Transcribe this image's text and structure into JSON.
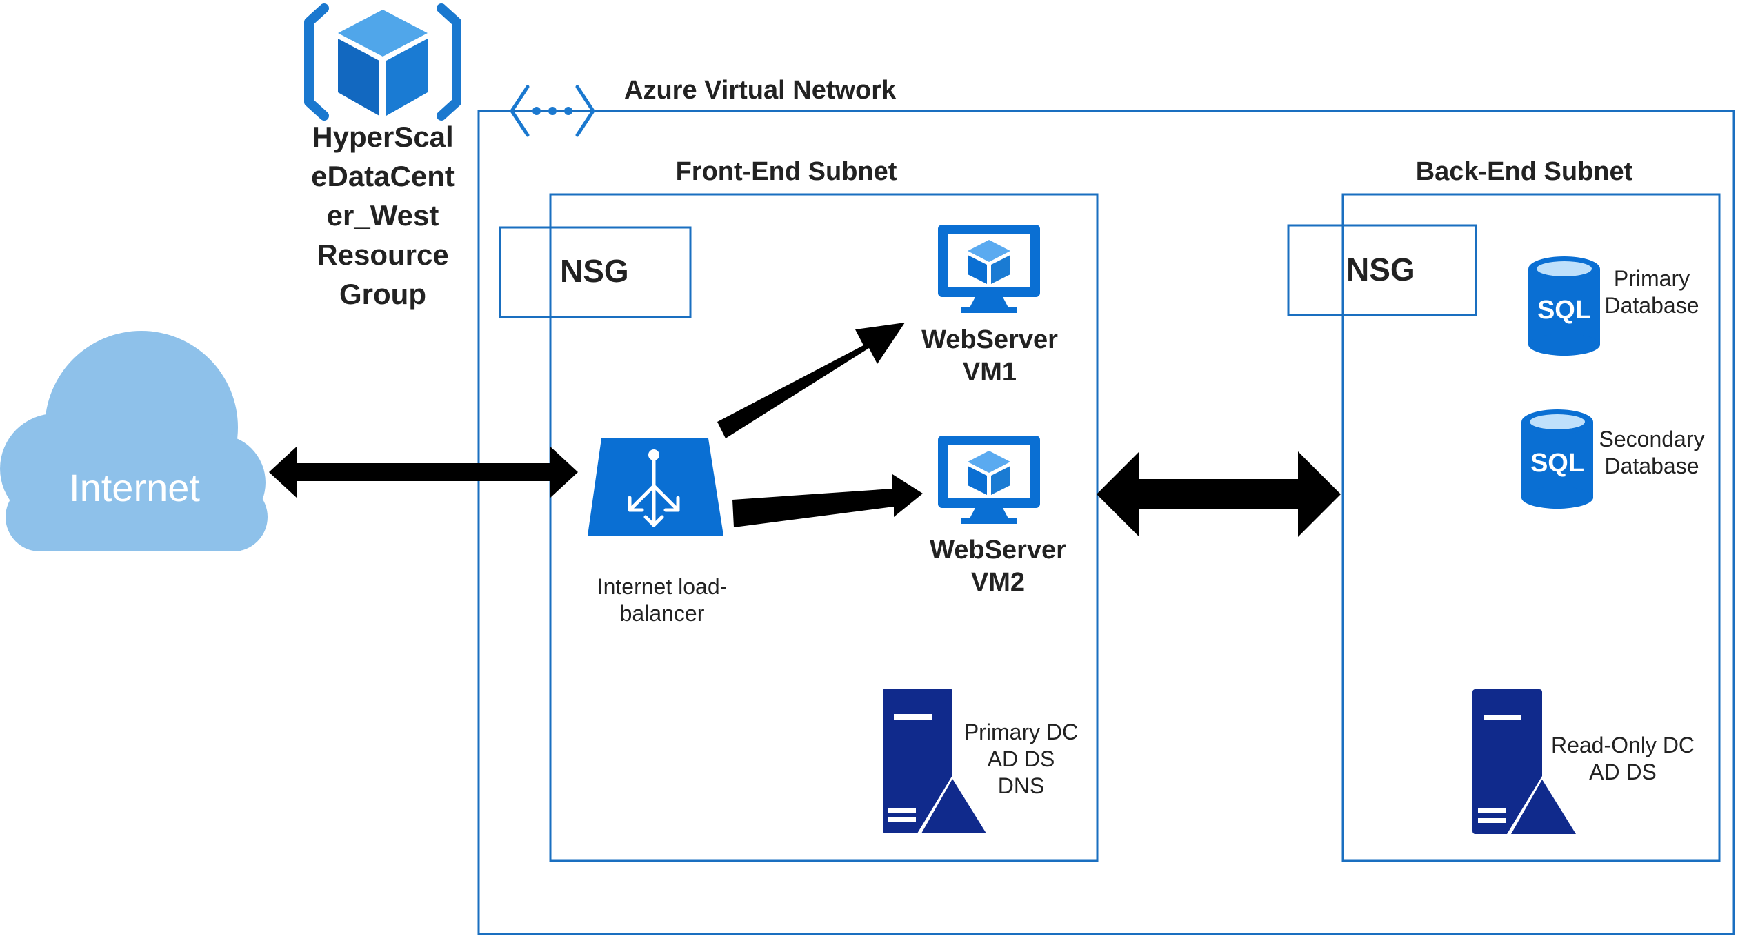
{
  "resource_group": {
    "name": "HyperScal\neDataCent\ner_West\nResource\nGroup",
    "icon": "resource-group-icon"
  },
  "vnet": {
    "title": "Azure Virtual Network",
    "icon": "vnet-icon"
  },
  "internet": {
    "label": "Internet",
    "icon": "cloud-icon"
  },
  "frontend": {
    "title": "Front-End Subnet",
    "nsg": "NSG",
    "load_balancer": {
      "label": "Internet load-\nbalancer",
      "icon": "load-balancer-icon"
    },
    "vm1": {
      "label": "WebServer\nVM1",
      "icon": "virtual-machine-icon"
    },
    "vm2": {
      "label": "WebServer\nVM2",
      "icon": "virtual-machine-icon"
    },
    "dc": {
      "label": "Primary DC\nAD DS\nDNS",
      "icon": "server-icon"
    }
  },
  "backend": {
    "title": "Back-End Subnet",
    "nsg": "NSG",
    "db_primary": {
      "label": "Primary\nDatabase",
      "badge": "SQL",
      "icon": "sql-database-icon"
    },
    "db_secondary": {
      "label": "Secondary\nDatabase",
      "badge": "SQL",
      "icon": "sql-database-icon"
    },
    "rodc": {
      "label": "Read-Only DC\nAD DS",
      "icon": "server-icon"
    }
  },
  "colors": {
    "azure_blue": "#0078d4",
    "dark_blue": "#102a8c",
    "border_blue": "#1a6fc0",
    "cloud": "#8ec1ea",
    "arrow": "#000000"
  }
}
